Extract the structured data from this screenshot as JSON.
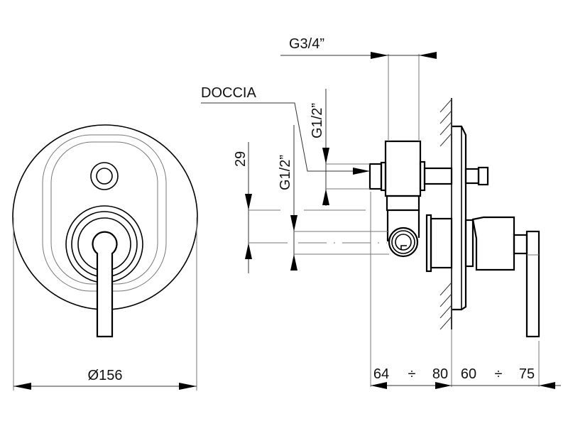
{
  "drawing": {
    "type": "technical dimension drawing",
    "subject": "concealed bath/shower mixer with diverter",
    "views": [
      "front view",
      "side section view"
    ],
    "colors": {
      "line": "#000000",
      "background": "#ffffff"
    }
  },
  "labels": {
    "outlet_shower": "DOCCIA",
    "connection_top": "G3/4”",
    "connection_shower": "G1/2”",
    "connection_inlet": "G1/2”",
    "offset_29": "29",
    "diameter": "Ø156",
    "depth_wall_min": "64",
    "depth_wall_sep": "÷",
    "depth_wall_max": "80",
    "depth_front_min": "60",
    "depth_front_sep": "÷",
    "depth_front_max": "75"
  },
  "dimensions": {
    "plate_diameter_mm": 156,
    "vertical_offset_mm": 29,
    "recess_depth_mm": [
      64,
      80
    ],
    "projection_mm": [
      60,
      75
    ]
  }
}
